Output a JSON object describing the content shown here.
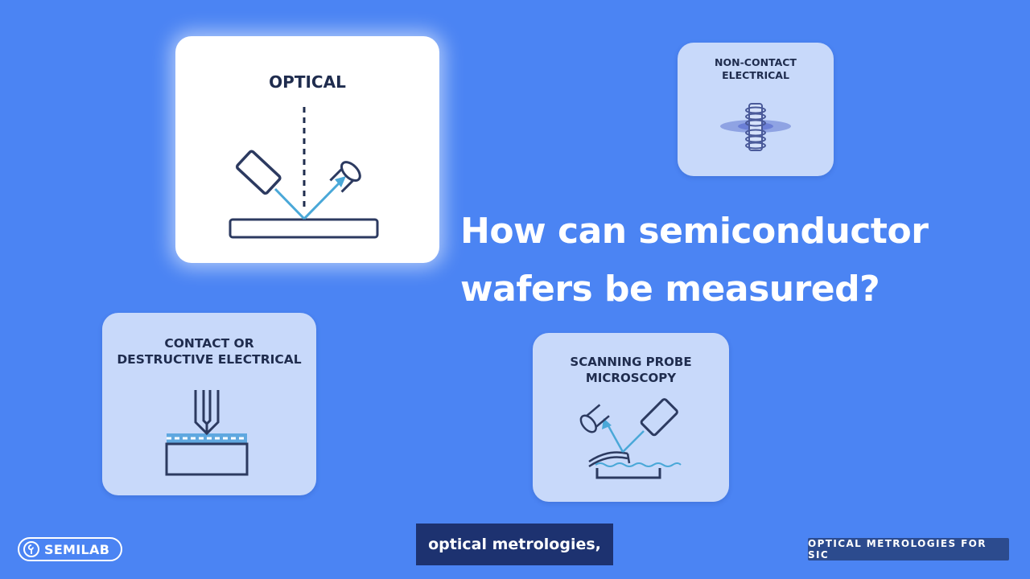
{
  "headline": {
    "line1": "How can semiconductor",
    "line2": "wafers be measured?"
  },
  "cards": {
    "optical": {
      "title": "OPTICAL",
      "icon": "optical-reflection-icon"
    },
    "non_contact": {
      "title_line1": "NON-CONTACT",
      "title_line2": "ELECTRICAL",
      "icon": "coil-probe-icon"
    },
    "contact": {
      "title_line1": "CONTACT OR",
      "title_line2": "DESTRUCTIVE ELECTRICAL",
      "icon": "contact-probe-icon"
    },
    "spm": {
      "title_line1": "SCANNING PROBE",
      "title_line2": "MICROSCOPY",
      "icon": "cantilever-probe-icon"
    }
  },
  "logo": {
    "text": "SEMILAB",
    "icon": "semilab-logo-icon"
  },
  "subtitle": "optical metrologies,",
  "tag": "OPTICAL METROLOGIES FOR SIC",
  "colors": {
    "background": "#4b84f3",
    "card": "#c8d9fa",
    "card_active": "#ffffff",
    "ink": "#1f2c4e",
    "beam": "#4aa8d8",
    "subtitle_bg": "#1d3270",
    "tag_bg": "#2c4b8e"
  }
}
